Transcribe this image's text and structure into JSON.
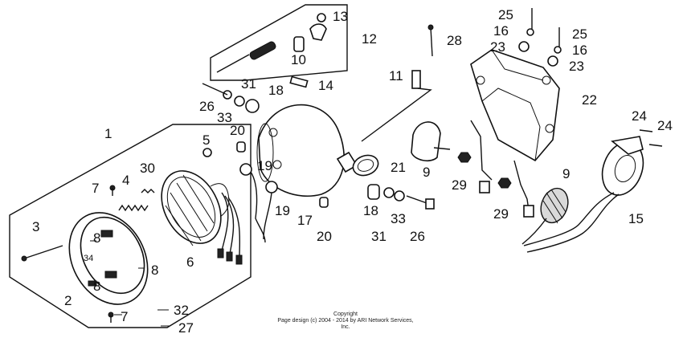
{
  "labels": {
    "l1": "1",
    "l2": "2",
    "l3": "3",
    "l4": "4",
    "l5": "5",
    "l6": "6",
    "l7a": "7",
    "l7b": "7",
    "l8a": "8",
    "l8b": "8",
    "l8c": "8",
    "l34": "34",
    "l9a": "9",
    "l9b": "9",
    "l10": "10",
    "l11": "11",
    "l12": "12",
    "l13": "13",
    "l14": "14",
    "l15": "15",
    "l16a": "16",
    "l16b": "16",
    "l17": "17",
    "l18a": "18",
    "l18b": "18",
    "l19a": "19",
    "l19b": "19",
    "l20a": "20",
    "l20b": "20",
    "l21": "21",
    "l22": "22",
    "l23a": "23",
    "l23b": "23",
    "l24a": "24",
    "l24b": "24",
    "l25a": "25",
    "l25b": "25",
    "l26a": "26",
    "l26b": "26",
    "l27": "27",
    "l28": "28",
    "l29a": "29",
    "l29b": "29",
    "l30": "30",
    "l31a": "31",
    "l31b": "31",
    "l32": "32",
    "l33a": "33",
    "l33b": "33"
  },
  "footer": {
    "copyright_label": "Copyright",
    "copyright_text": "Page design (c) 2004 - 2014 by ARI Network Services, Inc."
  }
}
